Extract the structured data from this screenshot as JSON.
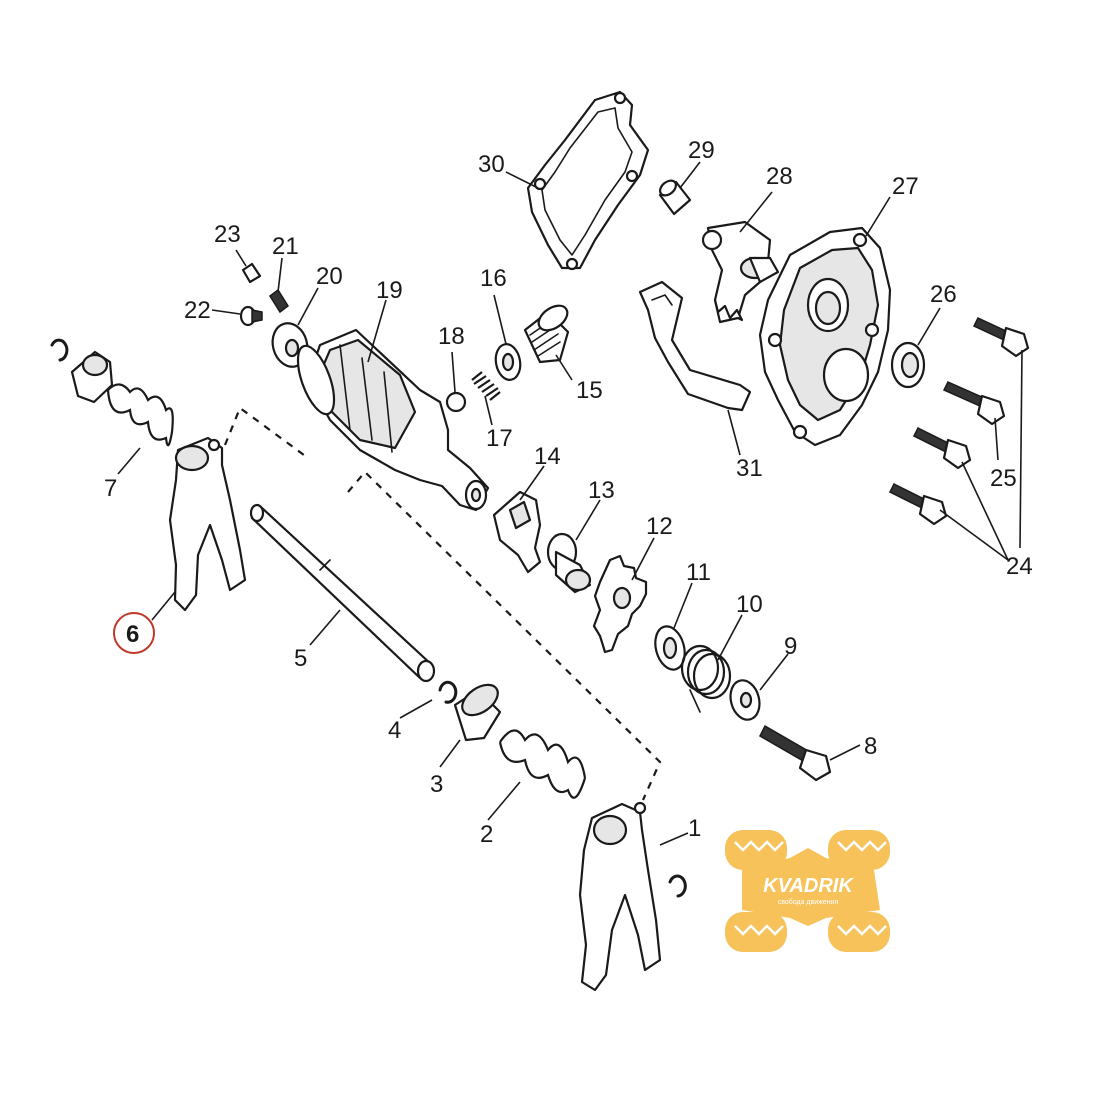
{
  "diagram": {
    "part_numbers": [
      "1",
      "2",
      "3",
      "4",
      "5",
      "6",
      "7",
      "8",
      "9",
      "10",
      "11",
      "12",
      "13",
      "14",
      "15",
      "16",
      "17",
      "18",
      "19",
      "20",
      "21",
      "22",
      "23",
      "24",
      "25",
      "26",
      "27",
      "28",
      "29",
      "30",
      "31"
    ],
    "highlighted_part": "6",
    "highlight_color": "#c0392b",
    "line_color": "#1a1a1a"
  },
  "watermark": {
    "brand": "KVADRIK",
    "tagline": "свобода движения",
    "color": "#f5b83d"
  }
}
